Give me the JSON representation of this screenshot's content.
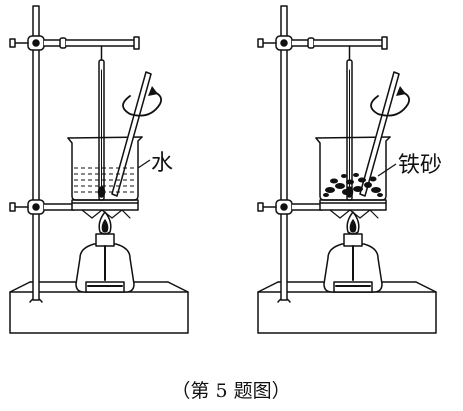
{
  "labels": {
    "left_substance": "水",
    "right_substance": "铁砂"
  },
  "caption": "（第 5 题图）"
}
